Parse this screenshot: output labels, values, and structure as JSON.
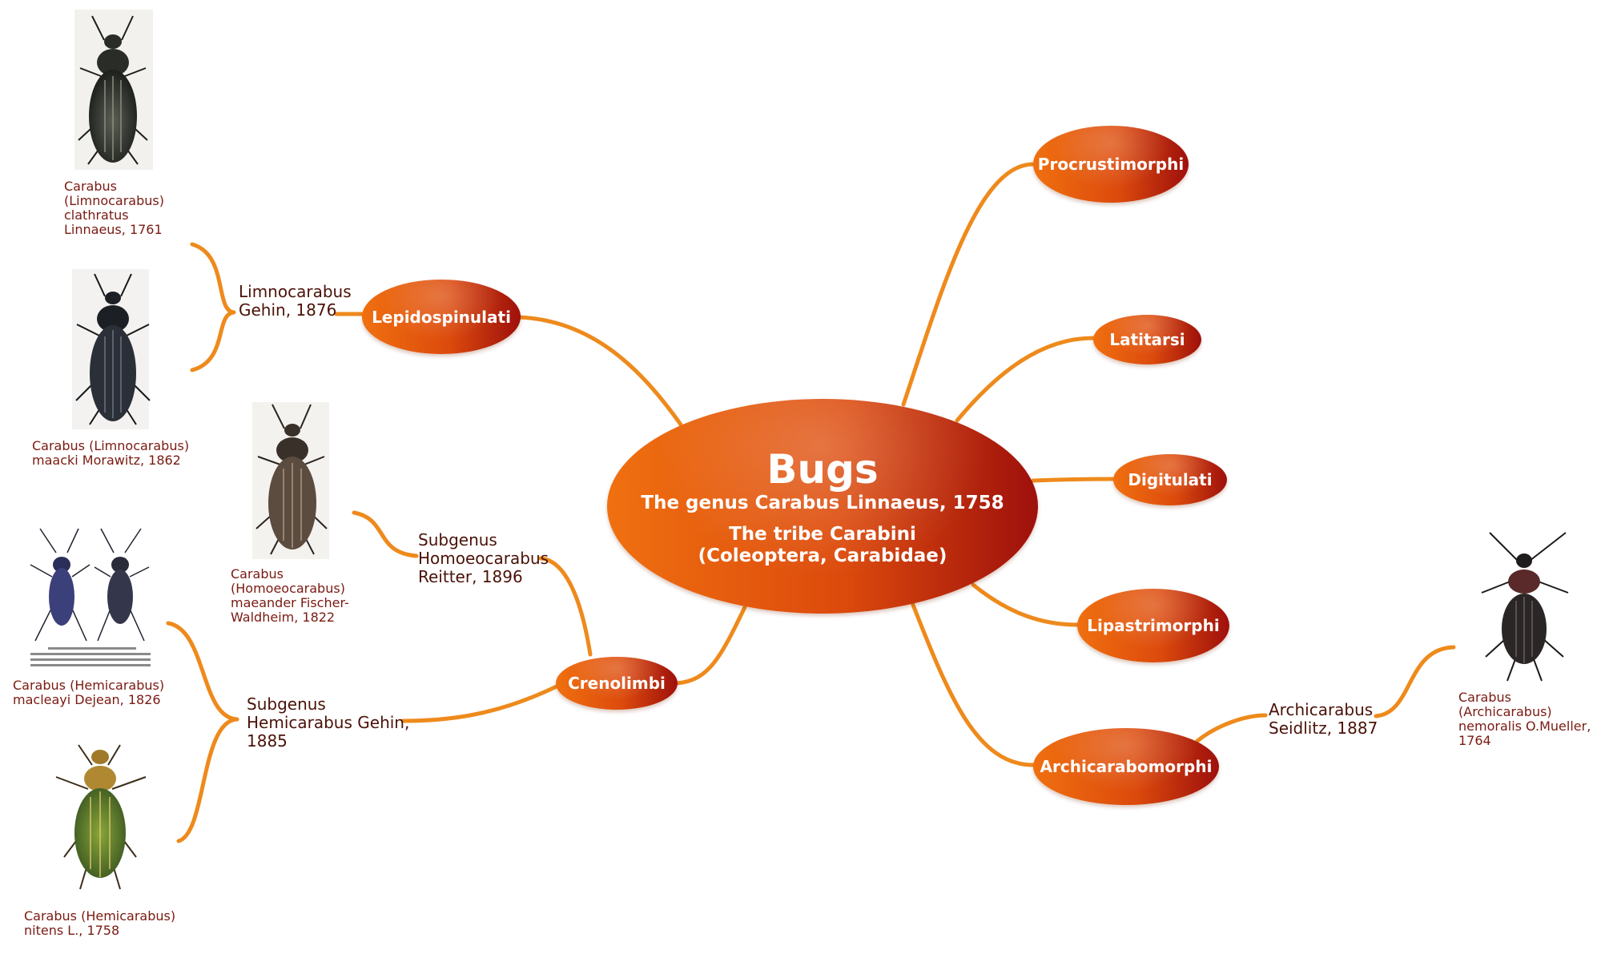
{
  "central": {
    "title": "Bugs",
    "line1": "The genus Carabus Linnaeus, 1758",
    "line2": "The tribe Carabini",
    "line3": "(Coleoptera, Carabidae)"
  },
  "subgroups": {
    "procrustimorphi": "Procrustimorphi",
    "latitarsi": "Latitarsi",
    "digitulati": "Digitulati",
    "lipastrimorphi": "Lipastrimorphi",
    "archicarabomorphi": "Archicarabomorphi",
    "lepidospinulati": "Lepidospinulati",
    "crenolimbi": "Crenolimbi"
  },
  "subgenera": {
    "limnocarabus": "Limnocarabus\nGehin, 1876",
    "homoeocarabus": "Subgenus\nHomoeocarabus\nReitter, 1896",
    "hemicarabus": "Subgenus\nHemicarabus Gehin,\n1885",
    "archicarabus": "Archicarabus\nSeidlitz, 1887"
  },
  "species": {
    "clathratus": "Carabus\n(Limnocarabus)\nclathratus\nLinnaeus, 1761",
    "maacki": "Carabus (Limnocarabus)\nmaacki Morawitz, 1862",
    "maeander": "Carabus\n(Homoeocarabus)\nmaeander Fischer-\nWaldheim, 1822",
    "macleayi": "Carabus (Hemicarabus)\nmacleayi Dejean, 1826",
    "nitens": "Carabus (Hemicarabus)\nnitens L., 1758",
    "nemoralis": "Carabus\n(Archicarabus)\nnemoralis O.Mueller,\n1764"
  },
  "colors": {
    "connector": "#ee8a1c",
    "node_light": "#f07010",
    "node_dark": "#9e100c",
    "species_text": "#7a1a12",
    "subgenus_text": "#4a1208"
  },
  "icons": [
    "beetle-photo"
  ]
}
